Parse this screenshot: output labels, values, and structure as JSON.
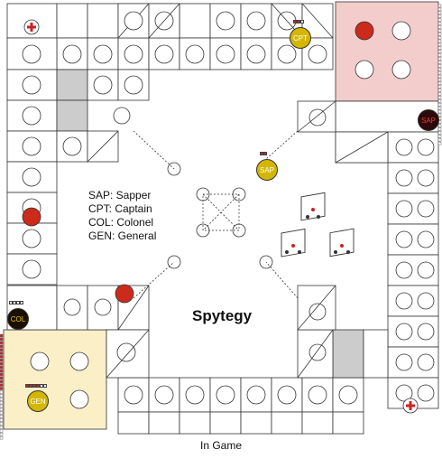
{
  "title": "Spytegy",
  "caption": "In Game",
  "legend": [
    "SAP: Sapper",
    "CPT: Captain",
    "COL: Colonel",
    "GEN: General"
  ],
  "units": {
    "cpt": {
      "label": "CPT",
      "color": "#d4b600",
      "text_color": "#ffffff"
    },
    "sap_board": {
      "label": "SAP",
      "color": "#d4b600",
      "text_color": "#ffffff"
    },
    "sap_enemy": {
      "label": "SAP",
      "color": "#2a0a0a",
      "text_color": "#ff3333"
    },
    "col": {
      "label": "COL",
      "color": "#1a1000",
      "text_color": "#e6c400"
    },
    "gen": {
      "label": "GEN",
      "color": "#d4b600",
      "text_color": "#ffffff"
    }
  },
  "health": {
    "cpt": [
      true,
      true,
      false
    ],
    "sap_board": [
      true,
      true
    ],
    "col": [
      false,
      false,
      false,
      false
    ],
    "gen": [
      true,
      true,
      true,
      true,
      false,
      false
    ]
  },
  "colors": {
    "red_zone": "#f3cccc",
    "yellow_zone": "#fbefc8",
    "red_piece": "#cc2a1a",
    "gray_cell": "#cccccc",
    "health_full": "#cc2222",
    "health_empty": "#ffffff"
  },
  "icons": {
    "medic": "red-cross-icon",
    "dice": "dice-icon"
  }
}
